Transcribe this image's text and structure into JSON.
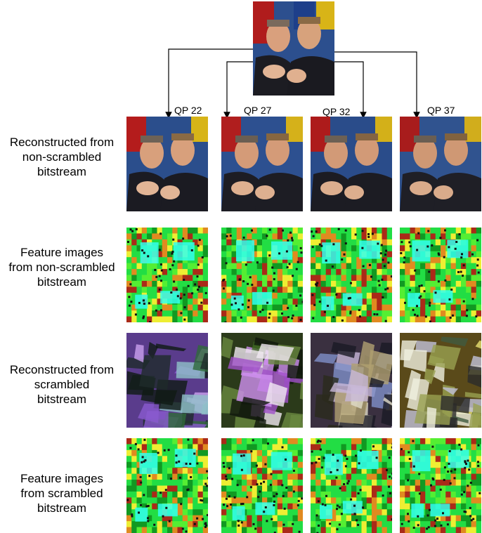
{
  "qp_labels": [
    "QP 22",
    "QP 27",
    "QP 32",
    "QP 37"
  ],
  "rows": [
    {
      "label_lines": [
        "Reconstructed from",
        "non-scrambled",
        "bitstream"
      ]
    },
    {
      "label_lines": [
        "Feature images",
        "from non-scrambled",
        "bitstream"
      ]
    },
    {
      "label_lines": [
        "Reconstructed from",
        "scrambled",
        "bitstream"
      ]
    },
    {
      "label_lines": [
        "Feature images",
        "from scrambled",
        "bitstream"
      ]
    }
  ],
  "colors": {
    "arrow": "#000000",
    "feature_green": "#22dd44",
    "feature_cyan": "#33ffee",
    "feature_orange": "#e08a20",
    "feature_red": "#aa2a18",
    "feature_yellow": "#eeee33"
  },
  "icons": {
    "original_image": "photo-two-men-at-press-conference",
    "reconstructed": "photo-reconstructed",
    "feature_map": "feature-map-mosaic",
    "scrambled": "scrambled-photo"
  }
}
